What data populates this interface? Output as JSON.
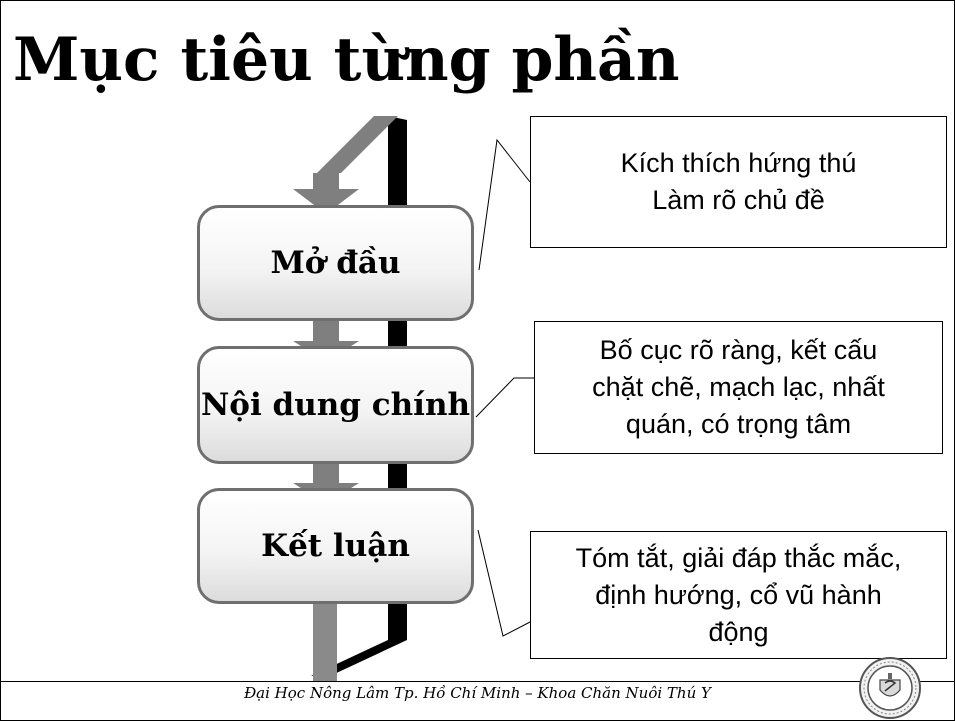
{
  "title": "Mục tiêu từng phần",
  "steps": [
    {
      "label": "Mở đầu"
    },
    {
      "label": "Nội dung chính"
    },
    {
      "label": "Kết luận"
    }
  ],
  "notes": [
    {
      "lines": [
        "Kích thích hứng thú",
        "Làm rõ chủ đề"
      ]
    },
    {
      "lines": [
        "Bố cục rõ ràng, kết cấu",
        "chặt chẽ, mạch lạc, nhất",
        "quán, có trọng tâm"
      ]
    },
    {
      "lines": [
        "Tóm tắt, giải đáp thắc mắc,",
        "định hướng, cổ vũ hành",
        "động"
      ]
    }
  ],
  "footer": "Đại Học Nông Lâm Tp. Hồ Chí Minh – Khoa Chăn Nuôi Thú Y",
  "colors": {
    "connector_gray": "#808080",
    "connector_black": "#000000",
    "box_border": "#6f6f6f"
  },
  "logo_icon": "university-seal-icon"
}
